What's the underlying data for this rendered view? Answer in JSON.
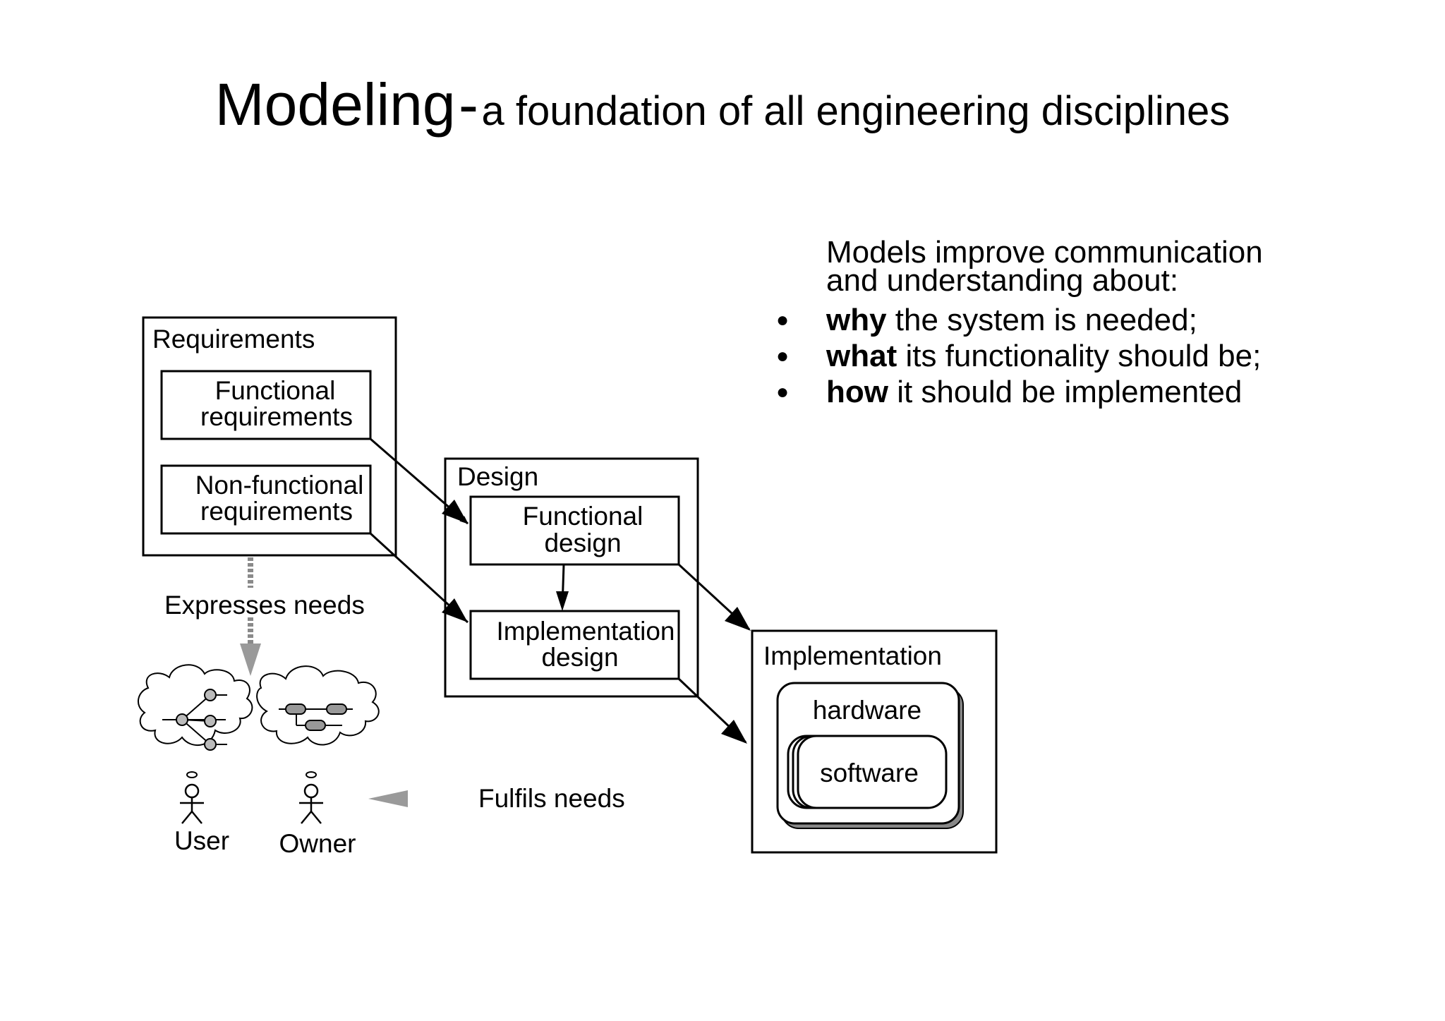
{
  "title": {
    "main": "Modeling",
    "separator": "-",
    "subtitle": "a foundation of all engineering disciplines"
  },
  "intro": {
    "line1": "Models improve communication",
    "line2": "and understanding about:"
  },
  "bullets": [
    {
      "bold": "why",
      "rest": " the system is needed;"
    },
    {
      "bold": "what",
      "rest": " its functionality should be;"
    },
    {
      "bold": "how",
      "rest": " it should be implemented"
    }
  ],
  "diagram": {
    "requirements": {
      "label": "Requirements",
      "functional": [
        "Functional",
        "requirements"
      ],
      "nonfunctional": [
        "Non-functional",
        "requirements"
      ]
    },
    "design": {
      "label": "Design",
      "functional": [
        "Functional",
        "design"
      ],
      "implementation": [
        "Implementation",
        "design"
      ]
    },
    "implementation": {
      "label": "Implementation",
      "hardware": "hardware",
      "software": "software"
    },
    "expresses_needs": "Expresses needs",
    "fulfils_needs": "Fulfils needs",
    "user": "User",
    "owner": "Owner"
  }
}
